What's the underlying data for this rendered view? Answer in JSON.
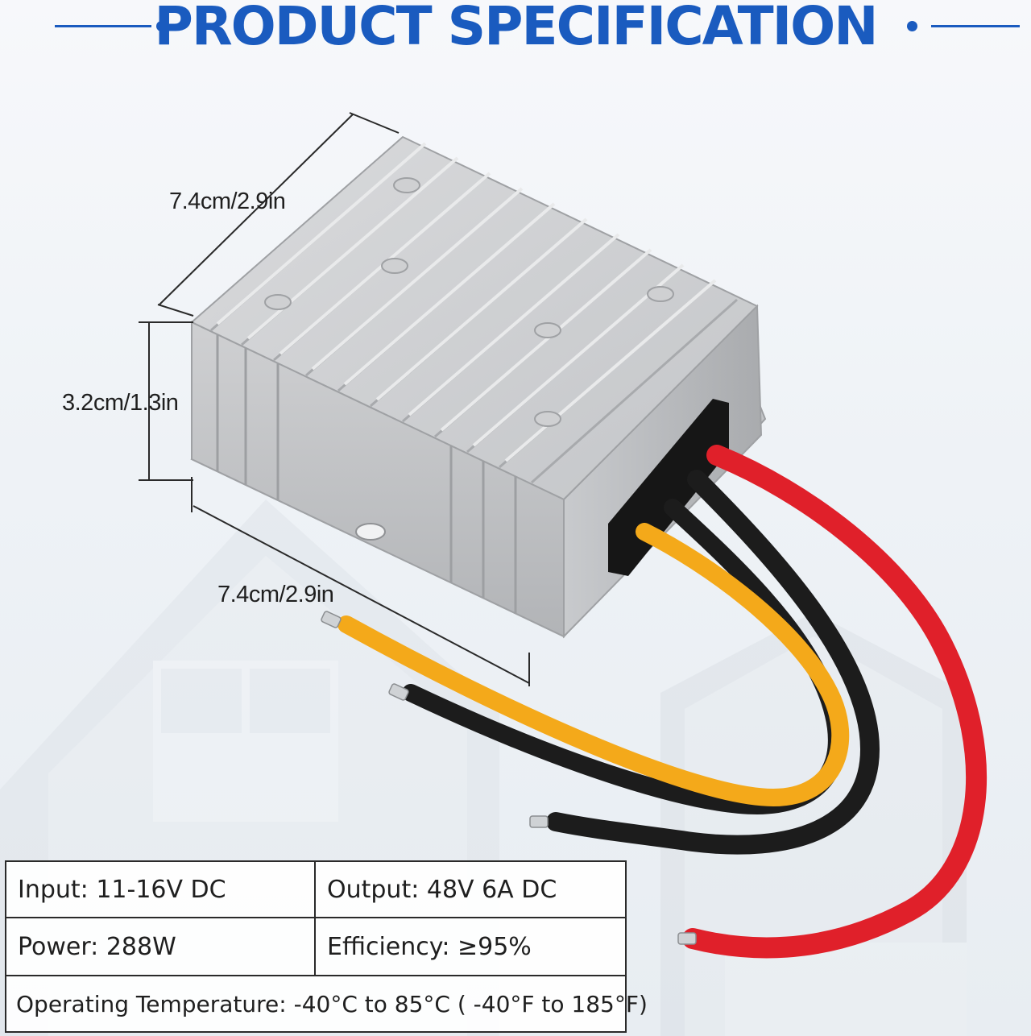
{
  "header": {
    "title": "PRODUCT SPECIFICATION",
    "accent_color": "#1a5bbf"
  },
  "dimensions": {
    "top_length": "7.4cm/2.9in",
    "height": "3.2cm/1.3in",
    "bottom_length": "7.4cm/2.9in"
  },
  "product": {
    "description_icon": "dc-converter-heatsink-image",
    "wire_colors": {
      "red": "#e0202a",
      "black": "#1c1c1c",
      "yellow": "#f4a91a"
    }
  },
  "specs": {
    "input": "Input: 11-16V DC",
    "output": "Output: 48V 6A DC",
    "power": "Power: 288W",
    "efficiency": "Efficiency: ≥95%",
    "temperature": "Operating Temperature: -40°C to 85°C ( -40°F to 185°F)"
  }
}
